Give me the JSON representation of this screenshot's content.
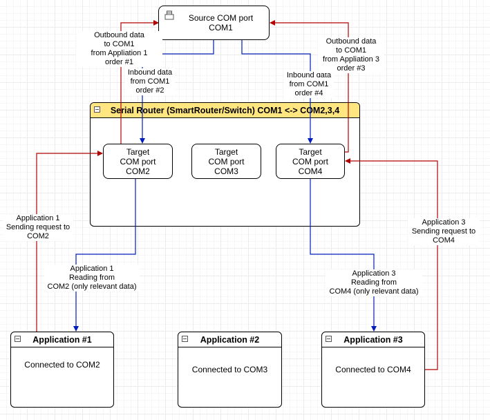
{
  "colors": {
    "outbound": "#b20000",
    "inbound": "#001dbc",
    "router_header": "#ffe680"
  },
  "source_port": {
    "icon": "serial-port-icon",
    "lines": [
      "Source COM port",
      "COM1"
    ]
  },
  "router": {
    "title": "Serial Router (SmartRouter/Switch) COM1 <-> COM2,3,4",
    "targets": [
      {
        "lines": [
          "Target",
          "COM port",
          "COM2"
        ]
      },
      {
        "lines": [
          "Target",
          "COM port",
          "COM3"
        ]
      },
      {
        "lines": [
          "Target",
          "COM port",
          "COM4"
        ]
      }
    ]
  },
  "applications": [
    {
      "title": "Application #1",
      "body": "Connected to COM2"
    },
    {
      "title": "Application #2",
      "body": "Connected to COM3"
    },
    {
      "title": "Application #3",
      "body": "Connected to COM4"
    }
  ],
  "labels": {
    "outbound_app1": [
      "Outbound data",
      "to COM1",
      "from Appliation 1",
      "order #1"
    ],
    "inbound_com2": [
      "Inbound data",
      "from COM1",
      "order #2"
    ],
    "inbound_com4": [
      "Inbound data",
      "from COM1",
      "order #4"
    ],
    "outbound_app3": [
      "Outbound data",
      "to COM1",
      "from Appliation 3",
      "order #3"
    ],
    "app1_request": [
      "Application 1",
      "Sending request to",
      "COM2"
    ],
    "app1_reading": [
      "Application 1",
      "Reading from",
      "COM2 (only relevant data)"
    ],
    "app3_reading": [
      "Application 3",
      "Reading from",
      "COM4 (only relevant data)"
    ],
    "app3_request": [
      "Application 3",
      "Sending request to",
      "COM4"
    ]
  }
}
